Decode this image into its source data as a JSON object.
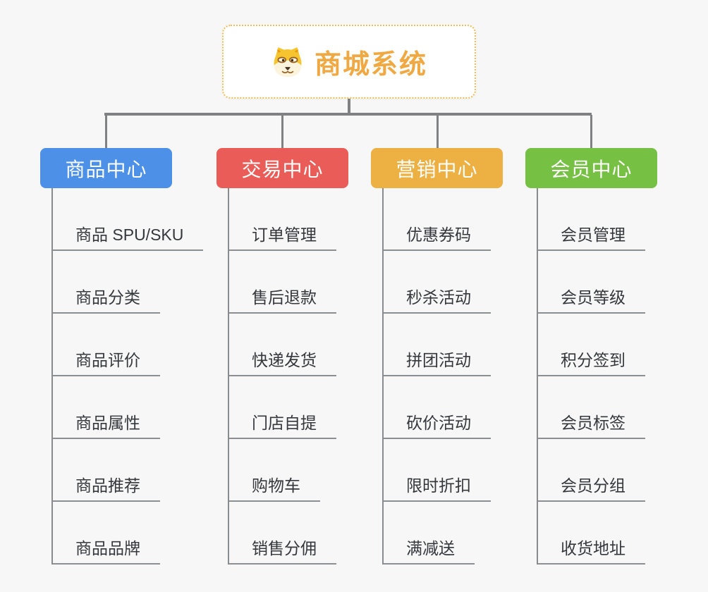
{
  "page": {
    "background_color": "#f7f7f7",
    "connector_color": "#7f8183"
  },
  "root": {
    "title": "商城系统",
    "icon": "doge-icon",
    "title_color": "#f0a843",
    "border_color": "#f2bb57"
  },
  "branches": [
    {
      "label": "商品中心",
      "color": "#4c90e8",
      "children": [
        "商品 SPU/SKU",
        "商品分类",
        "商品评价",
        "商品属性",
        "商品推荐",
        "商品品牌"
      ]
    },
    {
      "label": "交易中心",
      "color": "#e95c57",
      "children": [
        "订单管理",
        "售后退款",
        "快递发货",
        "门店自提",
        "购物车",
        "销售分佣"
      ]
    },
    {
      "label": "营销中心",
      "color": "#edb042",
      "children": [
        "优惠券码",
        "秒杀活动",
        "拼团活动",
        "砍价活动",
        "限时折扣",
        "满减送"
      ]
    },
    {
      "label": "会员中心",
      "color": "#76c043",
      "children": [
        "会员管理",
        "会员等级",
        "积分签到",
        "会员标签",
        "会员分组",
        "收货地址"
      ]
    }
  ]
}
